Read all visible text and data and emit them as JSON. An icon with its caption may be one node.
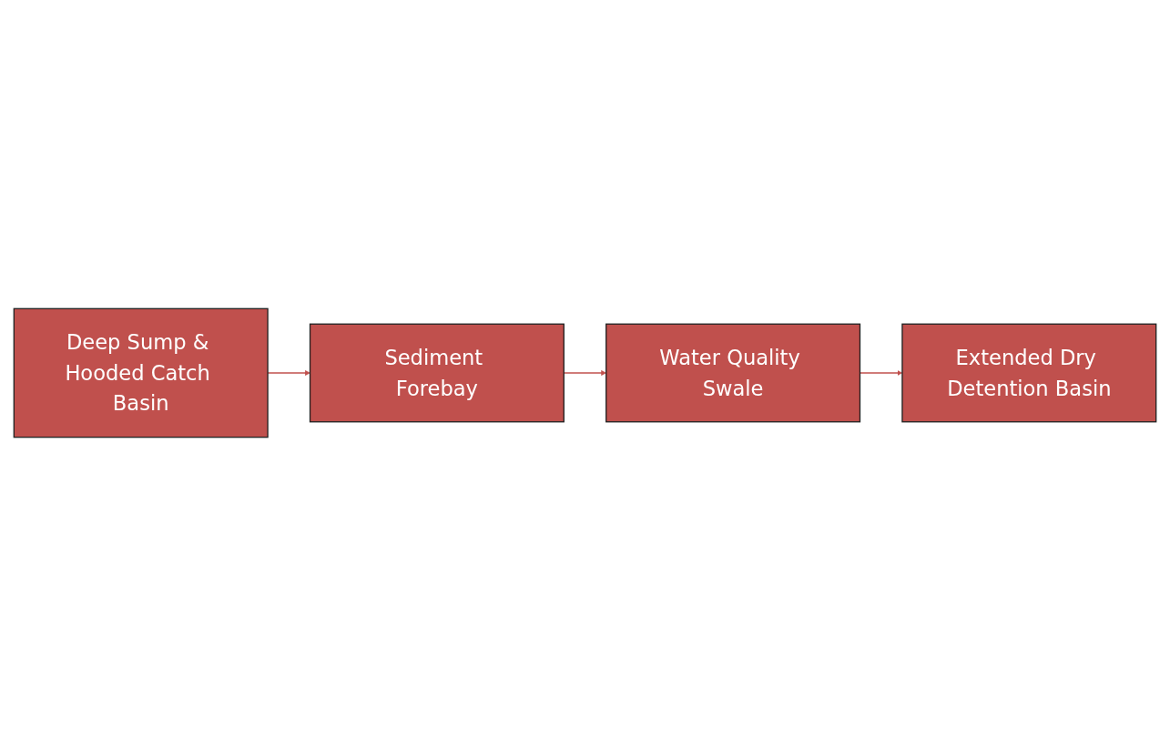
{
  "diagram": {
    "nodes": [
      {
        "text": [
          "Deep Sump & Hooded Catch Basin"
        ]
      },
      {
        "text": [
          "Sediment Forebay"
        ]
      },
      {
        "text": [
          "Water Quality Swale"
        ]
      },
      {
        "text": [
          "Extended Dry Detention Basin"
        ]
      }
    ],
    "edges": [
      {
        "from": 0,
        "to": 1,
        "arrow": "to"
      },
      {
        "from": 1,
        "to": 2,
        "arrow": "to"
      },
      {
        "from": 2,
        "to": 3,
        "arrow": "to"
      }
    ]
  }
}
